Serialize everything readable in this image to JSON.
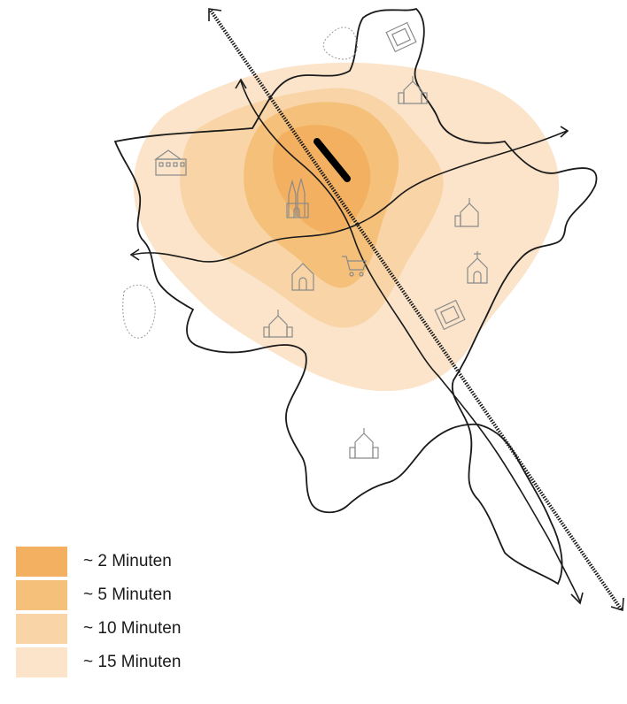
{
  "legend": {
    "items": [
      {
        "label": "~ 2 Minuten",
        "color": "#f2b060"
      },
      {
        "label": "~ 5 Minuten",
        "color": "#f5c07a"
      },
      {
        "label": "~ 10 Minuten",
        "color": "#f8d4a6"
      },
      {
        "label": "~ 15 Minuten",
        "color": "#fbe4ca"
      }
    ]
  },
  "map": {
    "zones": [
      "15-minute-zone",
      "10-minute-zone",
      "5-minute-zone",
      "2-minute-zone"
    ],
    "icons": [
      "town-hall-icon",
      "cathedral-icon",
      "church-icon",
      "chapel-icon",
      "shopping-cart-icon",
      "school-icon",
      "sports-field-icon",
      "park-icon"
    ],
    "line_color": "#1a1a1a"
  }
}
